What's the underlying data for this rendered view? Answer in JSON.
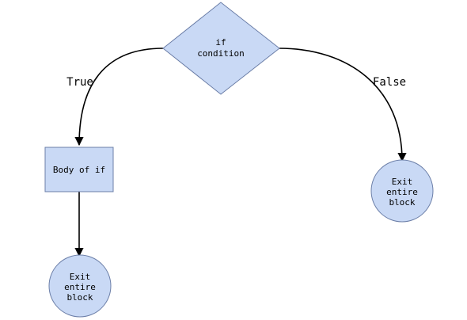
{
  "diagram": {
    "decision": {
      "line1": "if",
      "line2": "condition"
    },
    "body_of_if": {
      "label": "Body of if"
    },
    "exit_left": {
      "line1": "Exit",
      "line2": "entire",
      "line3": "block"
    },
    "exit_right": {
      "line1": "Exit",
      "line2": "entire",
      "line3": "block"
    },
    "edges": {
      "true_label": "True",
      "false_label": "False"
    }
  },
  "colors": {
    "node_fill": "#c9d9f5",
    "node_stroke": "#6c7fa8",
    "edge": "#000000"
  }
}
